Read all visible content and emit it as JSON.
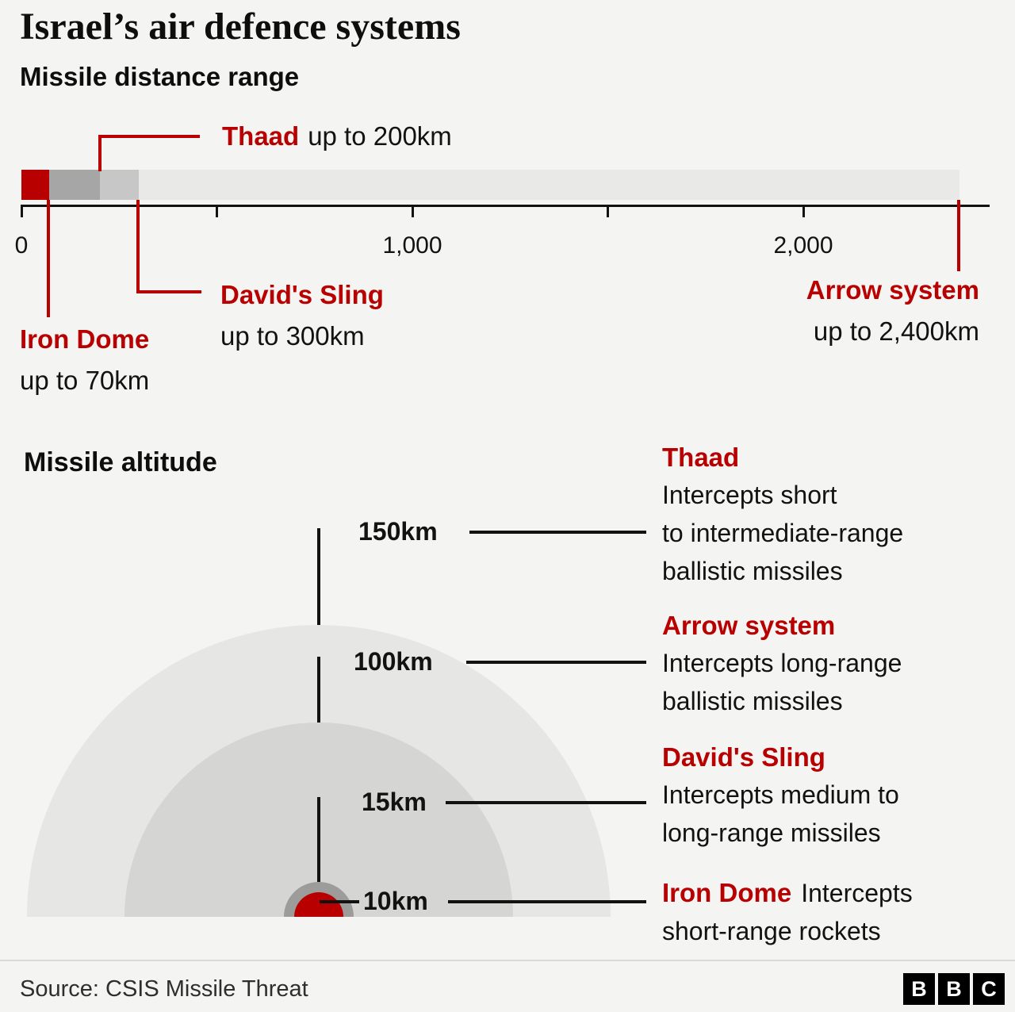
{
  "header": {
    "title": "Israel’s air defence systems",
    "subtitle": "Missile distance range"
  },
  "distance": {
    "axis_labels": [
      "0",
      "1,000",
      "2,000"
    ],
    "callouts": {
      "thaad": {
        "name": "Thaad",
        "range_text": "up to 200km"
      },
      "iron_dome": {
        "name": "Iron Dome",
        "range_text": "up to 70km"
      },
      "davids_sling": {
        "name": "David's Sling",
        "range_text": "up to 300km"
      },
      "arrow": {
        "name": "Arrow system",
        "range_text": "up to 2,400km"
      }
    }
  },
  "altitude": {
    "title": "Missile altitude",
    "tick_labels": [
      "150km",
      "100km",
      "15km",
      "10km"
    ],
    "systems": [
      {
        "name": "Thaad",
        "altitude_km": 150,
        "desc": [
          "Intercepts short",
          "to intermediate-range",
          "ballistic missiles"
        ]
      },
      {
        "name": "Arrow system",
        "altitude_km": 100,
        "desc": [
          "Intercepts long-range",
          "ballistic missiles"
        ]
      },
      {
        "name": "David's Sling",
        "altitude_km": 15,
        "desc": [
          "Intercepts medium to",
          "long-range missiles"
        ]
      },
      {
        "name": "Iron Dome",
        "altitude_km": 10,
        "desc": [
          "Intercepts",
          "short-range rockets"
        ]
      }
    ]
  },
  "footer": {
    "source": "Source: CSIS Missile Threat",
    "logo_letters": [
      "B",
      "B",
      "C"
    ]
  },
  "colors": {
    "red": "#b80000",
    "ink": "#121212",
    "background": "#f4f4f2",
    "track": "#e9e9e7",
    "segment_dark": "#a6a6a6",
    "segment_mid": "#c7c7c7",
    "ring_150": "#e6e6e4",
    "ring_100": "#d5d5d3",
    "ring_15": "#9c9c9a"
  },
  "chart_data": [
    {
      "type": "bar",
      "title": "Missile distance range",
      "orientation": "horizontal",
      "unit": "km",
      "xlim": [
        0,
        2470
      ],
      "xticks": [
        0,
        500,
        1000,
        1500,
        2000
      ],
      "xtick_labels": [
        "0",
        "",
        "1,000",
        "",
        "2,000"
      ],
      "grid": false,
      "series": [
        {
          "name": "Iron Dome",
          "value": 70,
          "label": "up to 70km",
          "color": "#b80000"
        },
        {
          "name": "Thaad",
          "value": 200,
          "label": "up to 200km",
          "color": "#a6a6a6"
        },
        {
          "name": "David's Sling",
          "value": 300,
          "label": "up to 300km",
          "color": "#c7c7c7"
        },
        {
          "name": "Arrow system",
          "value": 2400,
          "label": "up to 2,400km",
          "color": "#e9e9e7"
        }
      ]
    },
    {
      "type": "area",
      "subtype": "concentric-semicircles",
      "title": "Missile altitude",
      "unit": "km",
      "rings": [
        {
          "name": "Thaad",
          "altitude": 150,
          "color": "#e6e6e4",
          "description": "Intercepts short to intermediate-range ballistic missiles"
        },
        {
          "name": "Arrow system",
          "altitude": 100,
          "color": "#d5d5d3",
          "description": "Intercepts long-range ballistic missiles"
        },
        {
          "name": "David's Sling",
          "altitude": 15,
          "color": "#9c9c9a",
          "description": "Intercepts medium to long-range missiles"
        },
        {
          "name": "Iron Dome",
          "altitude": 10,
          "color": "#b80000",
          "description": "Intercepts short-range rockets"
        }
      ]
    }
  ]
}
